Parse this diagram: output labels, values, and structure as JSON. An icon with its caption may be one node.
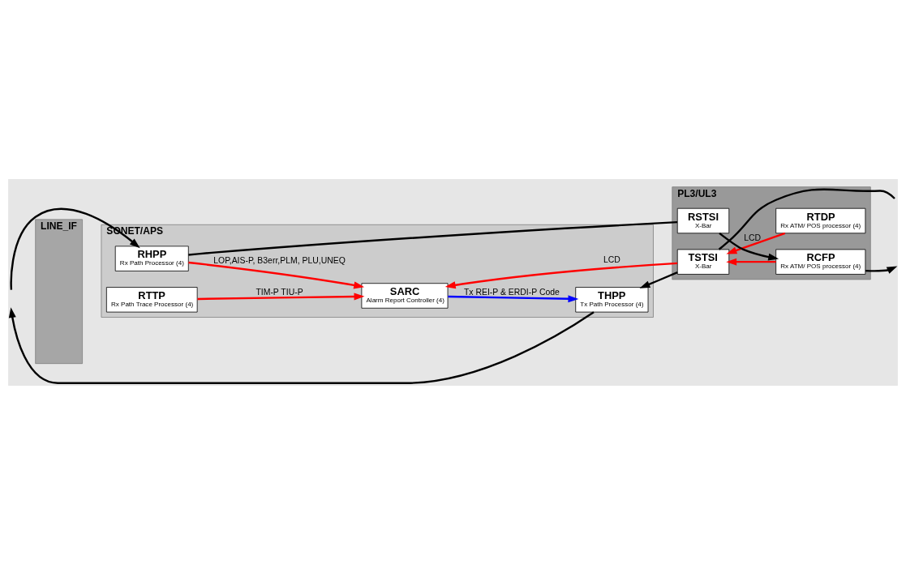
{
  "diagram": {
    "nodes": [
      {
        "text": [
          "LINE_IF"
        ]
      },
      {
        "text": [
          "SONET/APS"
        ]
      },
      {
        "text": [
          "PL3/UL3"
        ]
      },
      {
        "text": [
          "THPP",
          "Tx Path Processor (4)"
        ],
        "in": 1
      },
      {
        "text": [
          "TSTSI",
          "X-Bar"
        ],
        "in": 2
      },
      {
        "text": [
          "SARC",
          "Alarm Report Controller (4)"
        ],
        "in": 1
      },
      {
        "text": [
          "RSTSI",
          "X-Bar"
        ],
        "in": 2
      },
      {
        "text": [
          "RTDP",
          "Rx ATM/ POS processor (4)"
        ],
        "in": 2
      },
      {
        "text": [
          "RHPP",
          "Rx Path Processor (4)"
        ],
        "in": 1
      },
      {
        "text": [
          "RCFP",
          "Rx ATM/ POS processor (4)"
        ],
        "in": 2
      },
      {
        "text": [
          "RTTP",
          "Rx Path Trace Processor (4)"
        ],
        "in": 1
      }
    ],
    "edges": [
      {
        "from": null,
        "to": 4,
        "arrow": "none"
      },
      {
        "from": 4,
        "to": 3,
        "arrow": "to"
      },
      {
        "from": 3,
        "to": null,
        "arrow": "to"
      },
      {
        "from": 5,
        "to": 3,
        "arrow": "to",
        "label": "Tx REI-P & ERDI-P Code",
        "color": "#0000ff"
      },
      {
        "from": 4,
        "to": 5,
        "arrow": "to",
        "label": "LCD",
        "color": "#ff0000"
      },
      {
        "from": 7,
        "to": 4,
        "arrow": "to",
        "label": "LCD",
        "color": "#ff0000"
      },
      {
        "from": 9,
        "to": 4,
        "arrow": "to",
        "color": "#ff0000"
      },
      {
        "from": 8,
        "to": 5,
        "arrow": "to",
        "label": "LOP,AIS-P, B3err,PLM, PLU,UNEQ",
        "color": "#ff0000"
      },
      {
        "from": 10,
        "to": 5,
        "arrow": "to",
        "label": "TIM-P TIU-P",
        "color": "#ff0000"
      },
      {
        "from": null,
        "to": 8,
        "arrow": "to"
      },
      {
        "from": 8,
        "to": 6,
        "arrow": "none"
      },
      {
        "from": 6,
        "to": 9,
        "arrow": "to"
      },
      {
        "from": 9,
        "to": null,
        "arrow": "to"
      }
    ]
  }
}
